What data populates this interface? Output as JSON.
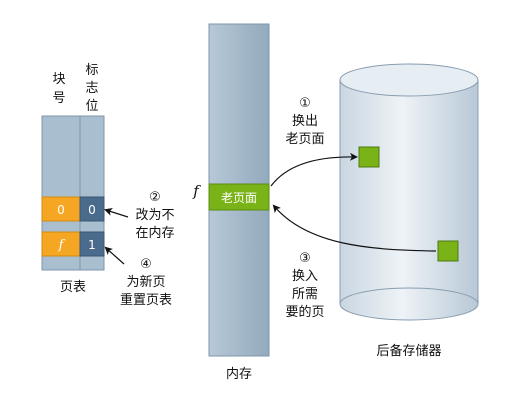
{
  "page_table": {
    "header_block_no": "块号",
    "header_flag": "标志位",
    "caption": "页表",
    "row_old": {
      "block": "0",
      "flag": "0"
    },
    "row_new": {
      "block": "f",
      "flag": "1"
    }
  },
  "memory": {
    "caption": "内存",
    "page_label": "老页面",
    "frame_symbol": "f"
  },
  "storage": {
    "caption": "后备存储器"
  },
  "steps": {
    "step1": {
      "num": "①",
      "line1": "换出",
      "line2": "老页面"
    },
    "step2": {
      "num": "②",
      "line1": "改为不",
      "line2": "在内存"
    },
    "step3": {
      "num": "③",
      "line1": "换入",
      "line2": "所需",
      "line3": "要的页"
    },
    "step4": {
      "num": "④",
      "line1": "为新页",
      "line2": "重置页表"
    }
  },
  "colors": {
    "bar_fill": "#a9bfd0",
    "bar_stroke": "#7f96aa",
    "orange": "#f5a623",
    "dark_blue": "#4a6b8c",
    "green": "#7ab317",
    "green_dark": "#4f7a10",
    "cylinder_fill": "#dfe7ee",
    "cylinder_stroke": "#8a9db0"
  }
}
